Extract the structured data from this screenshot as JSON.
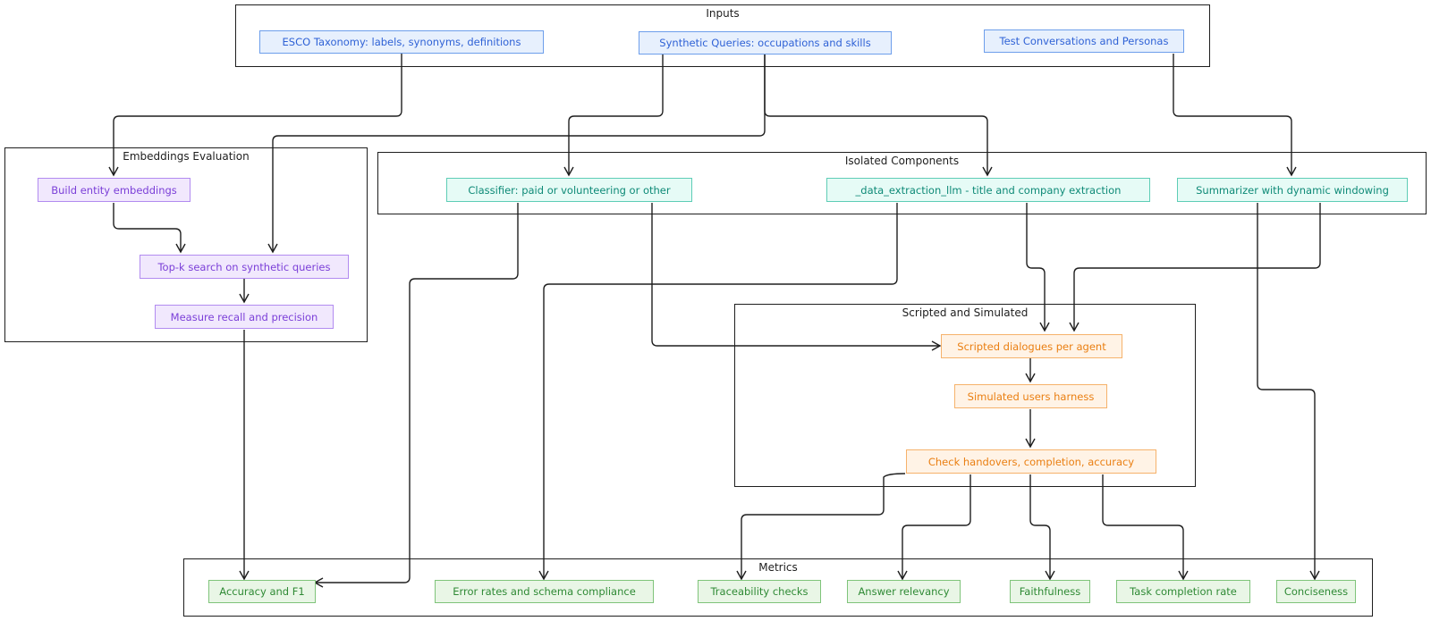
{
  "groups": {
    "inputs": "Inputs",
    "embeddings": "Embeddings Evaluation",
    "isolated": "Isolated Components",
    "scripted": "Scripted and Simulated",
    "metrics": "Metrics"
  },
  "nodes": {
    "esco": "ESCO Taxonomy: labels, synonyms, definitions",
    "synthetic": "Synthetic Queries: occupations and skills",
    "test_conv": "Test Conversations and Personas",
    "build_embeddings": "Build entity embeddings",
    "topk": "Top-k search on synthetic queries",
    "recall": "Measure recall and precision",
    "classifier": "Classifier: paid or volunteering or other",
    "data_extraction": "_data_extraction_llm - title and company extraction",
    "summarizer": "Summarizer with dynamic windowing",
    "scripted_dialogues": "Scripted dialogues per agent",
    "simulated_users": "Simulated users harness",
    "check_handovers": "Check handovers, completion, accuracy",
    "accuracy_f1": "Accuracy and F1",
    "error_rates": "Error rates and schema compliance",
    "traceability": "Traceability checks",
    "answer_relevancy": "Answer relevancy",
    "faithfulness": "Faithfulness",
    "task_completion": "Task completion rate",
    "conciseness": "Conciseness"
  }
}
